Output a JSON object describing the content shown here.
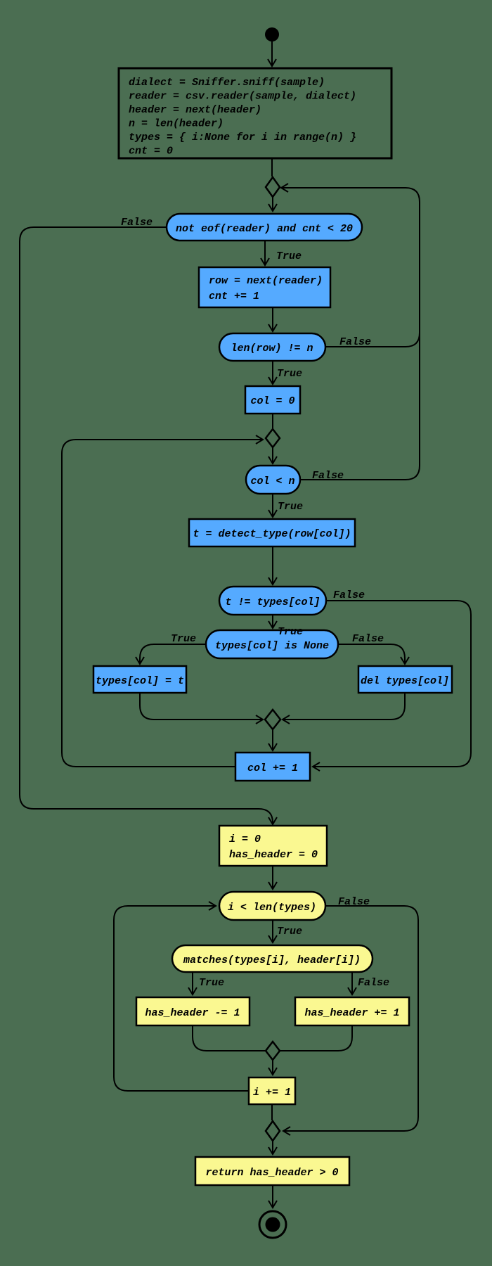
{
  "diagram_title": "csv header detection activity diagram",
  "colors": {
    "background": "#4B6E52",
    "process_blue": "#55AAFF",
    "process_yellow": "#FAF891",
    "line": "#000000"
  },
  "nodes": {
    "init": [
      "dialect = Sniffer.sniff(sample)",
      "reader = csv.reader(sample, dialect)",
      "header = next(header)",
      "n = len(header)",
      "types = { i:None for i in range(n) }",
      "cnt = 0"
    ],
    "while_cond": "not eof(reader) and cnt < 20",
    "read_row": [
      "row = next(reader)",
      "cnt += 1"
    ],
    "len_check": "len(row) != n",
    "col_init": "col = 0",
    "col_cond": "col < n",
    "detect_type": "t = detect_type(row[col])",
    "type_changed": "t != types[col]",
    "type_is_none": "types[col] is None",
    "set_type": "types[col] = t",
    "del_type": "del types[col]",
    "col_inc": "col += 1",
    "header_init": [
      "i = 0",
      "has_header = 0"
    ],
    "i_cond": "i < len(types)",
    "matches_cond": "matches(types[i], header[i])",
    "has_header_dec": "has_header -= 1",
    "has_header_inc": "has_header += 1",
    "i_inc": "i += 1",
    "return_stmt": "return has_header > 0"
  },
  "labels": {
    "true": "True",
    "false": "False"
  }
}
